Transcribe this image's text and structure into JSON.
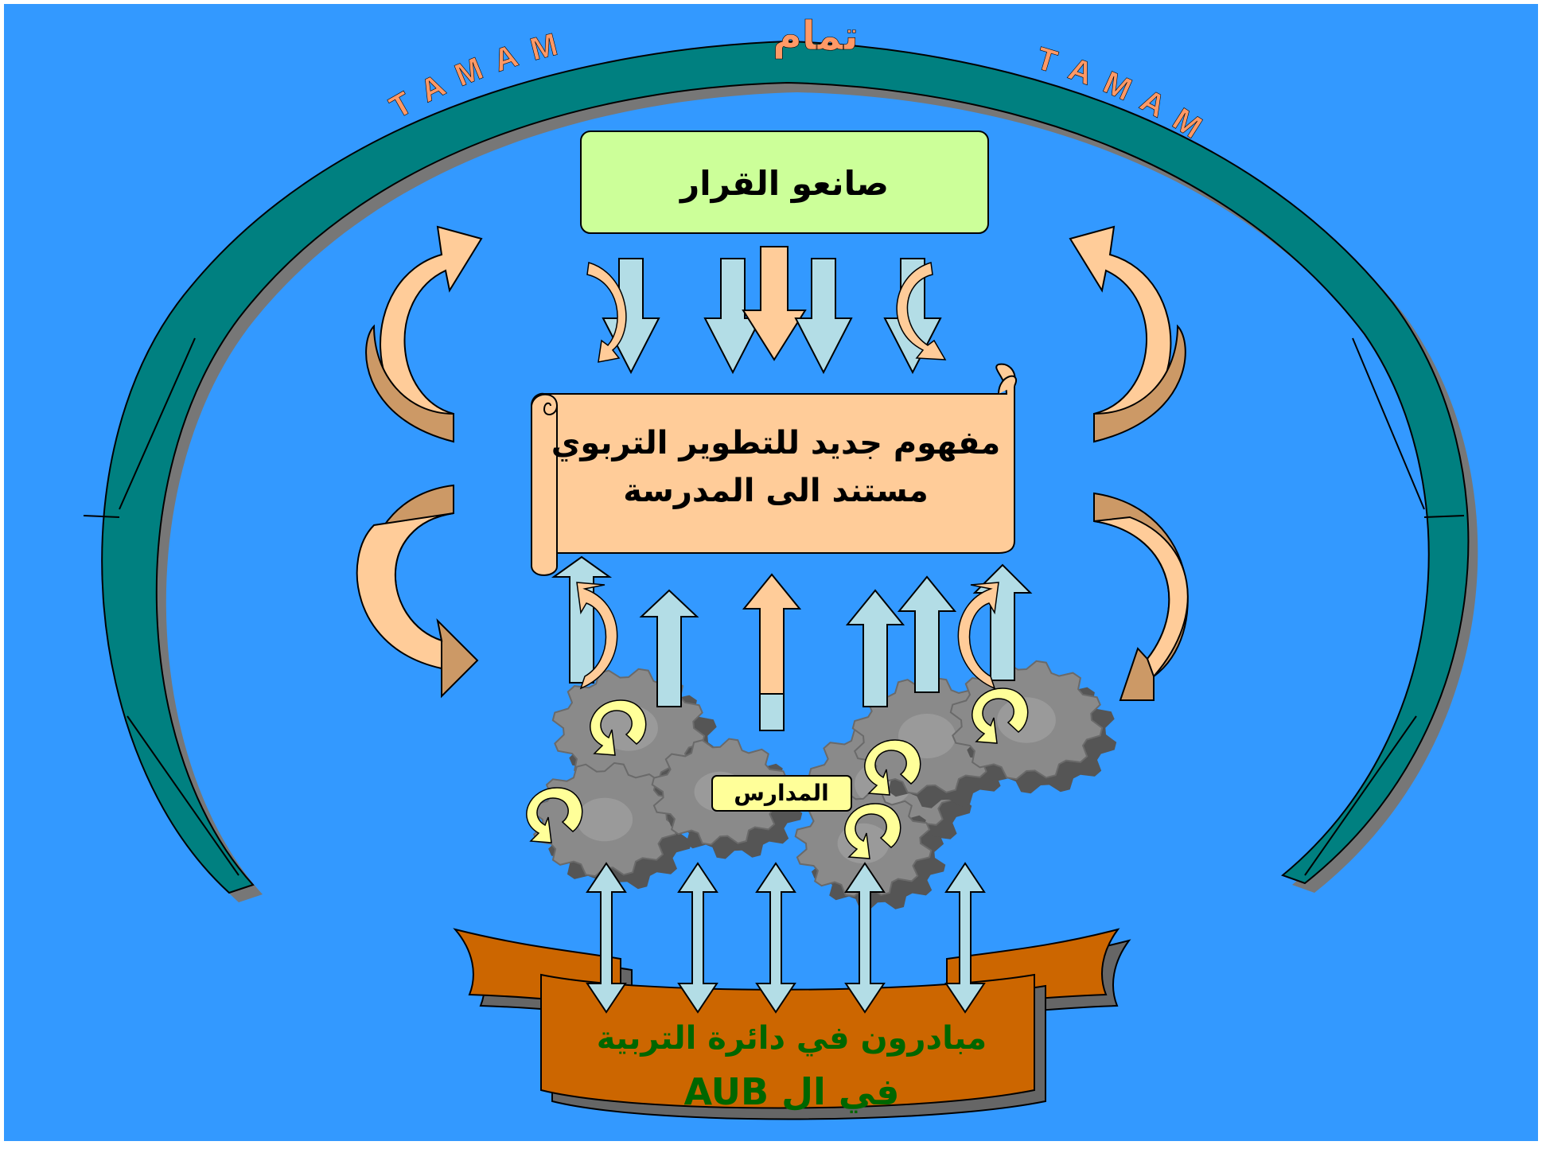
{
  "arc_title_arabic": "تمام",
  "arc_left_label": "T A M A M",
  "arc_right_label": "T A M A M",
  "top_box_label": "صانعو القرار",
  "scroll_line1": "مفهوم جديد للتطوير التربوي",
  "scroll_line2": "مستند الى المدرسة",
  "schools_label": "المدارس",
  "banner_line1": "مبادرون في دائرة التربية",
  "banner_line2": "في ال AUB",
  "colors": {
    "background": "#3399ff",
    "arc_fill": "#008080",
    "arc_shadow": "#808080",
    "arc_text": "#ff9966",
    "top_box_fill": "#ccff99",
    "scroll_fill": "#ffcc99",
    "light_arrow_fill": "#b3dde6",
    "peach_arrow_fill": "#ffcc99",
    "curved_arrow_shade": "#cc9966",
    "gear_fill": "#8a8a8a",
    "gear_rotation_icon": "#ffff99",
    "schools_label_fill": "#ffff99",
    "banner_fill": "#cc6600",
    "banner_text": "#006600"
  }
}
